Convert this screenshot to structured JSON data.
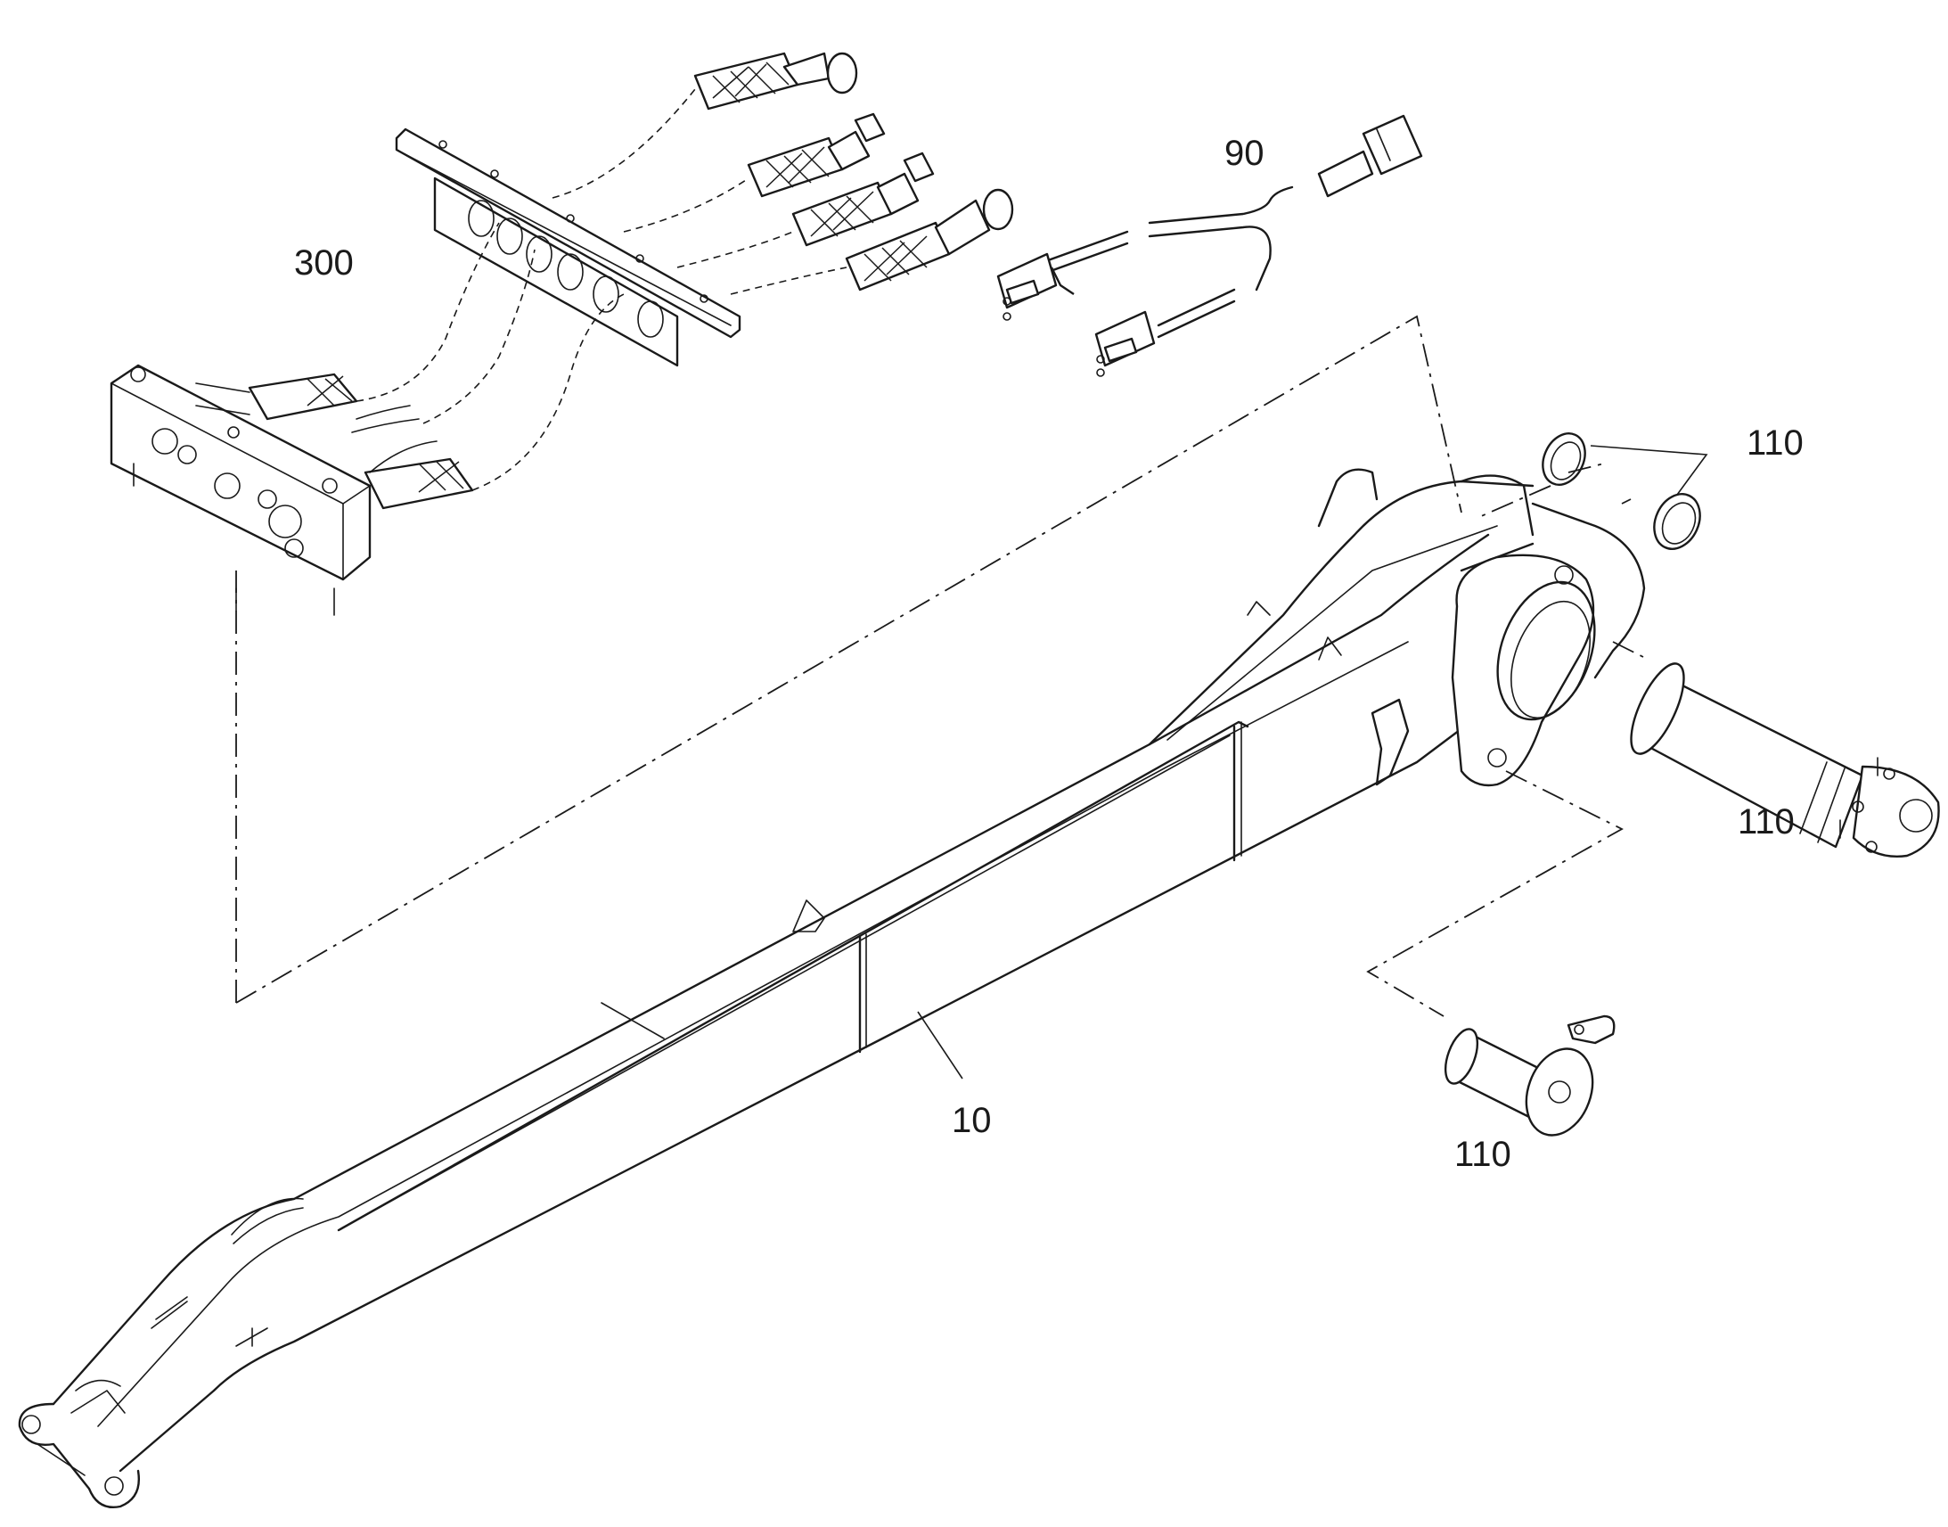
{
  "diagram": {
    "callouts": {
      "hose_kit": "300",
      "harness": "90",
      "boom": "10",
      "rings": "110",
      "main_pin": "110",
      "small_pin": "110"
    }
  }
}
